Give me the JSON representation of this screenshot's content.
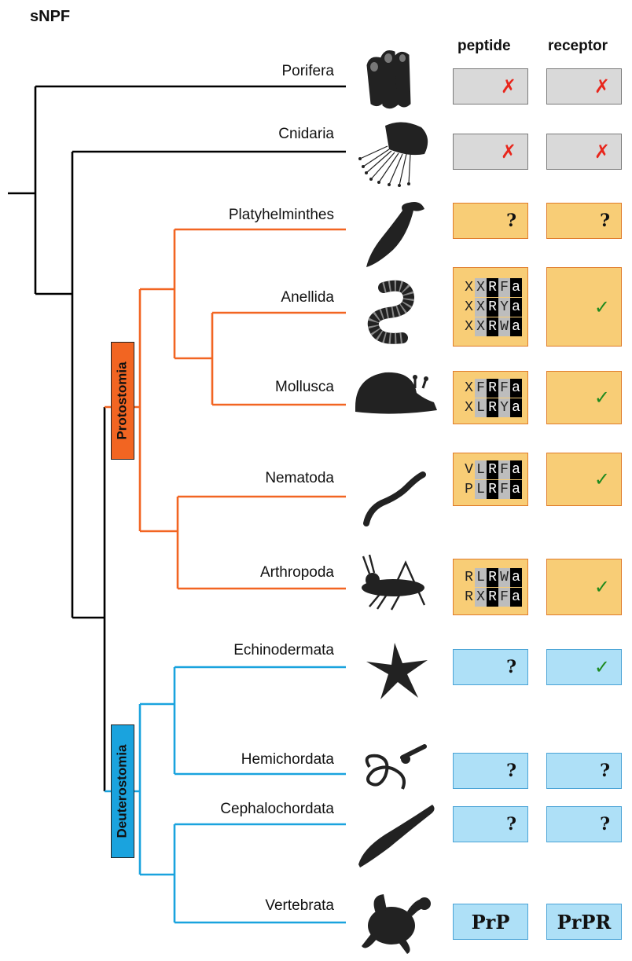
{
  "title": "sNPF",
  "columns": {
    "peptide": "peptide",
    "receptor": "receptor"
  },
  "clades": {
    "protostomia": "Protostomia",
    "deuterostomia": "Deuterostomia"
  },
  "colors": {
    "protostomia": "#f26522",
    "deuterostomia": "#1aa3de",
    "root": "#000000",
    "cross": "#e8261c",
    "check": "#1e8a1e"
  },
  "legend_symbols": {
    "absent": "✗",
    "present": "✓",
    "unknown": "?"
  },
  "taxa": [
    {
      "name": "Porifera",
      "icon": "sponge-icon",
      "group": "basal",
      "peptide": {
        "kind": "absent",
        "text": "✗"
      },
      "receptor": {
        "kind": "absent",
        "text": "✗"
      }
    },
    {
      "name": "Cnidaria",
      "icon": "jellyfish-icon",
      "group": "basal",
      "peptide": {
        "kind": "absent",
        "text": "✗"
      },
      "receptor": {
        "kind": "absent",
        "text": "✗"
      }
    },
    {
      "name": "Platyhelminthes",
      "icon": "flatworm-icon",
      "group": "protostomia",
      "peptide": {
        "kind": "unknown",
        "text": "?"
      },
      "receptor": {
        "kind": "unknown",
        "text": "?"
      }
    },
    {
      "name": "Anellida",
      "icon": "segmented-worm-icon",
      "group": "protostomia",
      "peptide": {
        "kind": "seq",
        "lines": [
          [
            [
              "X",
              "w"
            ],
            [
              "X",
              "g"
            ],
            [
              "R",
              "b"
            ],
            [
              "F",
              "g"
            ],
            [
              "a",
              "b"
            ]
          ],
          [
            [
              "X",
              "w"
            ],
            [
              "X",
              "g"
            ],
            [
              "R",
              "b"
            ],
            [
              "Y",
              "g"
            ],
            [
              "a",
              "b"
            ]
          ],
          [
            [
              "X",
              "w"
            ],
            [
              "X",
              "g"
            ],
            [
              "R",
              "b"
            ],
            [
              "W",
              "g"
            ],
            [
              "a",
              "b"
            ]
          ]
        ]
      },
      "receptor": {
        "kind": "present",
        "text": "✓"
      }
    },
    {
      "name": "Mollusca",
      "icon": "snail-icon",
      "group": "protostomia",
      "peptide": {
        "kind": "seq",
        "lines": [
          [
            [
              "X",
              "w"
            ],
            [
              "F",
              "g"
            ],
            [
              "R",
              "b"
            ],
            [
              "F",
              "g"
            ],
            [
              "a",
              "b"
            ]
          ],
          [
            [
              "X",
              "w"
            ],
            [
              "L",
              "g"
            ],
            [
              "R",
              "b"
            ],
            [
              "Y",
              "g"
            ],
            [
              "a",
              "b"
            ]
          ]
        ]
      },
      "receptor": {
        "kind": "present",
        "text": "✓"
      }
    },
    {
      "name": "Nematoda",
      "icon": "nematode-icon",
      "group": "protostomia",
      "peptide": {
        "kind": "seq",
        "lines": [
          [
            [
              "V",
              "w"
            ],
            [
              "L",
              "g"
            ],
            [
              "R",
              "b"
            ],
            [
              "F",
              "g"
            ],
            [
              "a",
              "b"
            ]
          ],
          [
            [
              "P",
              "w"
            ],
            [
              "L",
              "g"
            ],
            [
              "R",
              "b"
            ],
            [
              "F",
              "g"
            ],
            [
              "a",
              "b"
            ]
          ]
        ]
      },
      "receptor": {
        "kind": "present",
        "text": "✓"
      }
    },
    {
      "name": "Arthropoda",
      "icon": "grasshopper-icon",
      "group": "protostomia",
      "peptide": {
        "kind": "seq",
        "lines": [
          [
            [
              "R",
              "w"
            ],
            [
              "L",
              "g"
            ],
            [
              "R",
              "b"
            ],
            [
              "W",
              "g"
            ],
            [
              "a",
              "b"
            ]
          ],
          [
            [
              "R",
              "w"
            ],
            [
              "X",
              "g"
            ],
            [
              "R",
              "b"
            ],
            [
              "F",
              "g"
            ],
            [
              "a",
              "b"
            ]
          ]
        ]
      },
      "receptor": {
        "kind": "present",
        "text": "✓"
      }
    },
    {
      "name": "Echinodermata",
      "icon": "starfish-icon",
      "group": "deuterostomia",
      "peptide": {
        "kind": "unknown",
        "text": "?"
      },
      "receptor": {
        "kind": "present",
        "text": "✓"
      }
    },
    {
      "name": "Hemichordata",
      "icon": "acorn-worm-icon",
      "group": "deuterostomia",
      "peptide": {
        "kind": "unknown",
        "text": "?"
      },
      "receptor": {
        "kind": "unknown",
        "text": "?"
      }
    },
    {
      "name": "Cephalochordata",
      "icon": "lancelet-icon",
      "group": "deuterostomia",
      "peptide": {
        "kind": "unknown",
        "text": "?"
      },
      "receptor": {
        "kind": "unknown",
        "text": "?"
      }
    },
    {
      "name": "Vertebrata",
      "icon": "turtle-icon",
      "group": "deuterostomia",
      "peptide": {
        "kind": "text",
        "text": "PrP"
      },
      "receptor": {
        "kind": "text",
        "text": "PrPR"
      }
    }
  ]
}
